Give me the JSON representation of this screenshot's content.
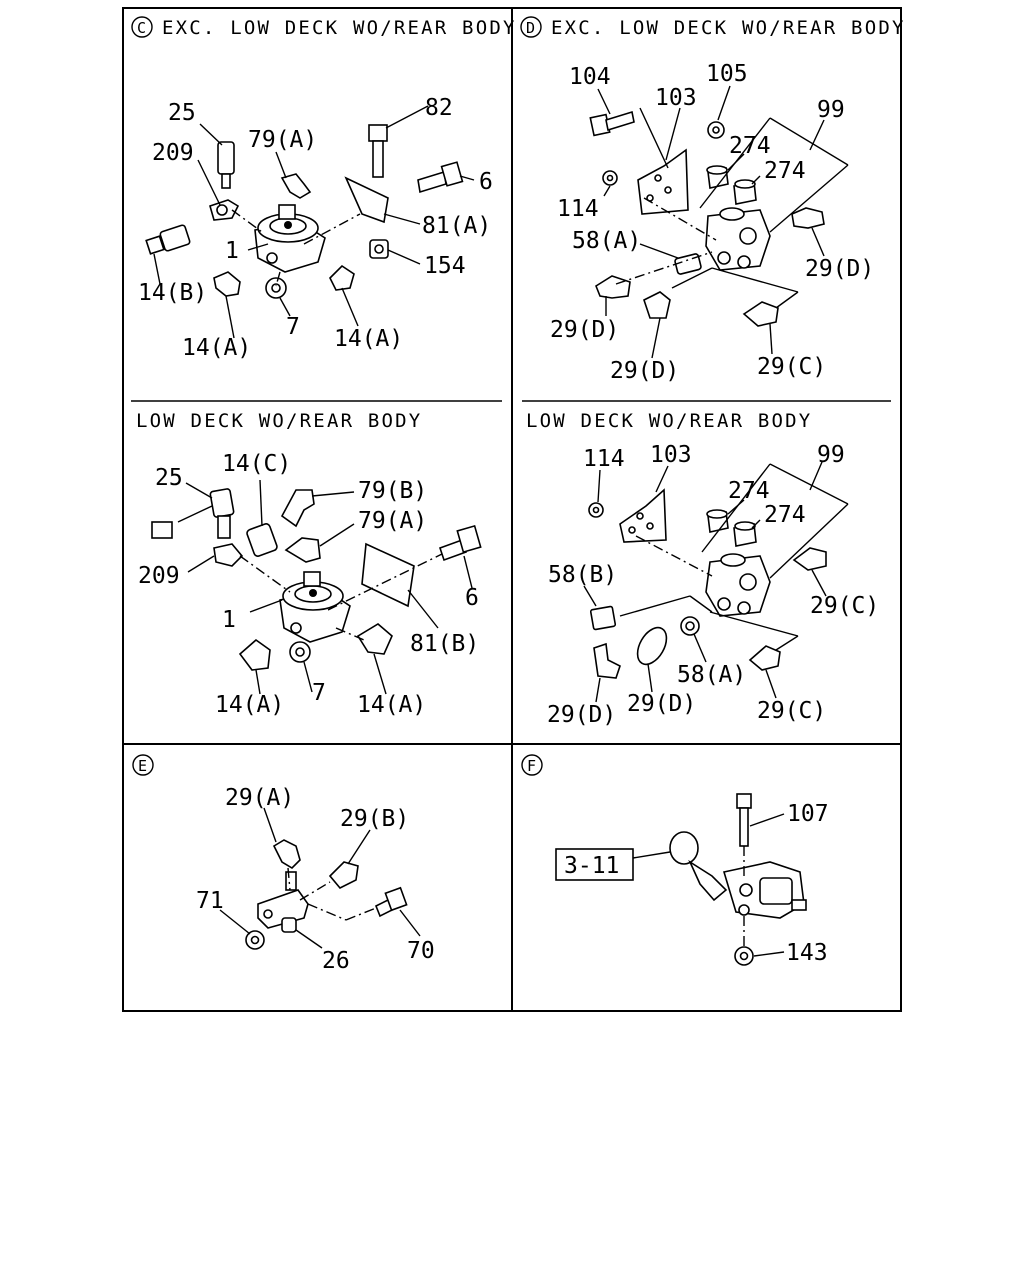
{
  "sections": {
    "c_top": {
      "letter": "C",
      "title": "EXC. LOW DECK WO/REAR BODY",
      "labels": {
        "p25": "25",
        "p209": "209",
        "p79a": "79(A)",
        "p82": "82",
        "p6": "6",
        "p81a": "81(A)",
        "p1": "1",
        "p154": "154",
        "p14b": "14(B)",
        "p7": "7",
        "p14a_r": "14(A)",
        "p14a_l": "14(A)"
      }
    },
    "c_bottom": {
      "title": "LOW DECK WO/REAR BODY",
      "labels": {
        "p25": "25",
        "p14c": "14(C)",
        "p79b": "79(B)",
        "p79a": "79(A)",
        "p209": "209",
        "p6": "6",
        "p1": "1",
        "p81b": "81(B)",
        "p7": "7",
        "p14a_l": "14(A)",
        "p14a_r": "14(A)"
      }
    },
    "d_top": {
      "letter": "D",
      "title": "EXC. LOW DECK WO/REAR BODY",
      "labels": {
        "p104": "104",
        "p105": "105",
        "p103": "103",
        "p99": "99",
        "p274a": "274",
        "p274b": "274",
        "p114": "114",
        "p58a": "58(A)",
        "p29d_r": "29(D)",
        "p29d_l": "29(D)",
        "p29d_b": "29(D)",
        "p29c": "29(C)"
      }
    },
    "d_bottom": {
      "title": "LOW DECK WO/REAR BODY",
      "labels": {
        "p114": "114",
        "p103": "103",
        "p99": "99",
        "p274a": "274",
        "p274b": "274",
        "p58b": "58(B)",
        "p29c_r": "29(C)",
        "p58a": "58(A)",
        "p29d_l": "29(D)",
        "p29d_m": "29(D)",
        "p29c_b": "29(C)"
      }
    },
    "e": {
      "letter": "E",
      "labels": {
        "p29a": "29(A)",
        "p29b": "29(B)",
        "p71": "71",
        "p70": "70",
        "p26": "26"
      }
    },
    "f": {
      "letter": "F",
      "labels": {
        "p107": "107",
        "ref": "3-11",
        "p143": "143"
      }
    }
  }
}
